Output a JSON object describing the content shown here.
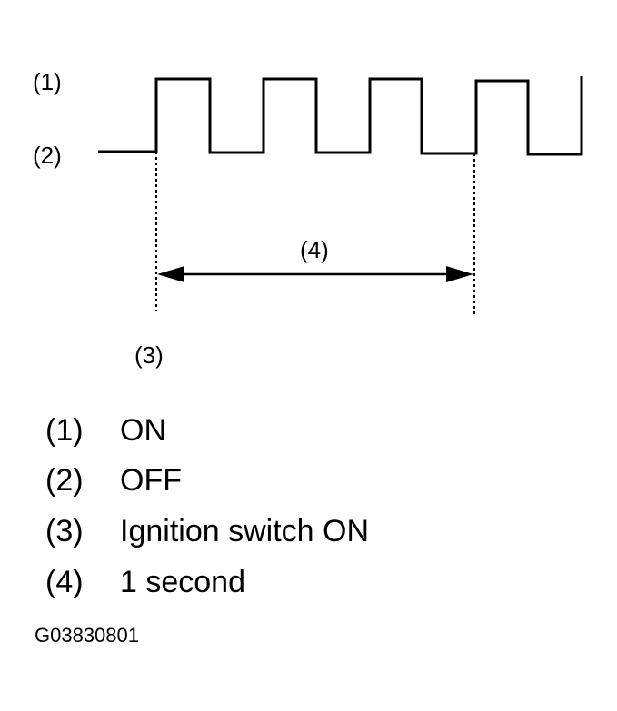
{
  "labels": {
    "level_on": "(1)",
    "level_off": "(2)",
    "start_marker": "(3)",
    "period": "(4)"
  },
  "legend": [
    {
      "num": "(1)",
      "text": "ON"
    },
    {
      "num": "(2)",
      "text": "OFF"
    },
    {
      "num": "(3)",
      "text": "Ignition switch ON"
    },
    {
      "num": "(4)",
      "text": "1 second"
    }
  ],
  "figure_code": "G03830801",
  "colors": {
    "line": "#000000",
    "background": "#ffffff"
  }
}
